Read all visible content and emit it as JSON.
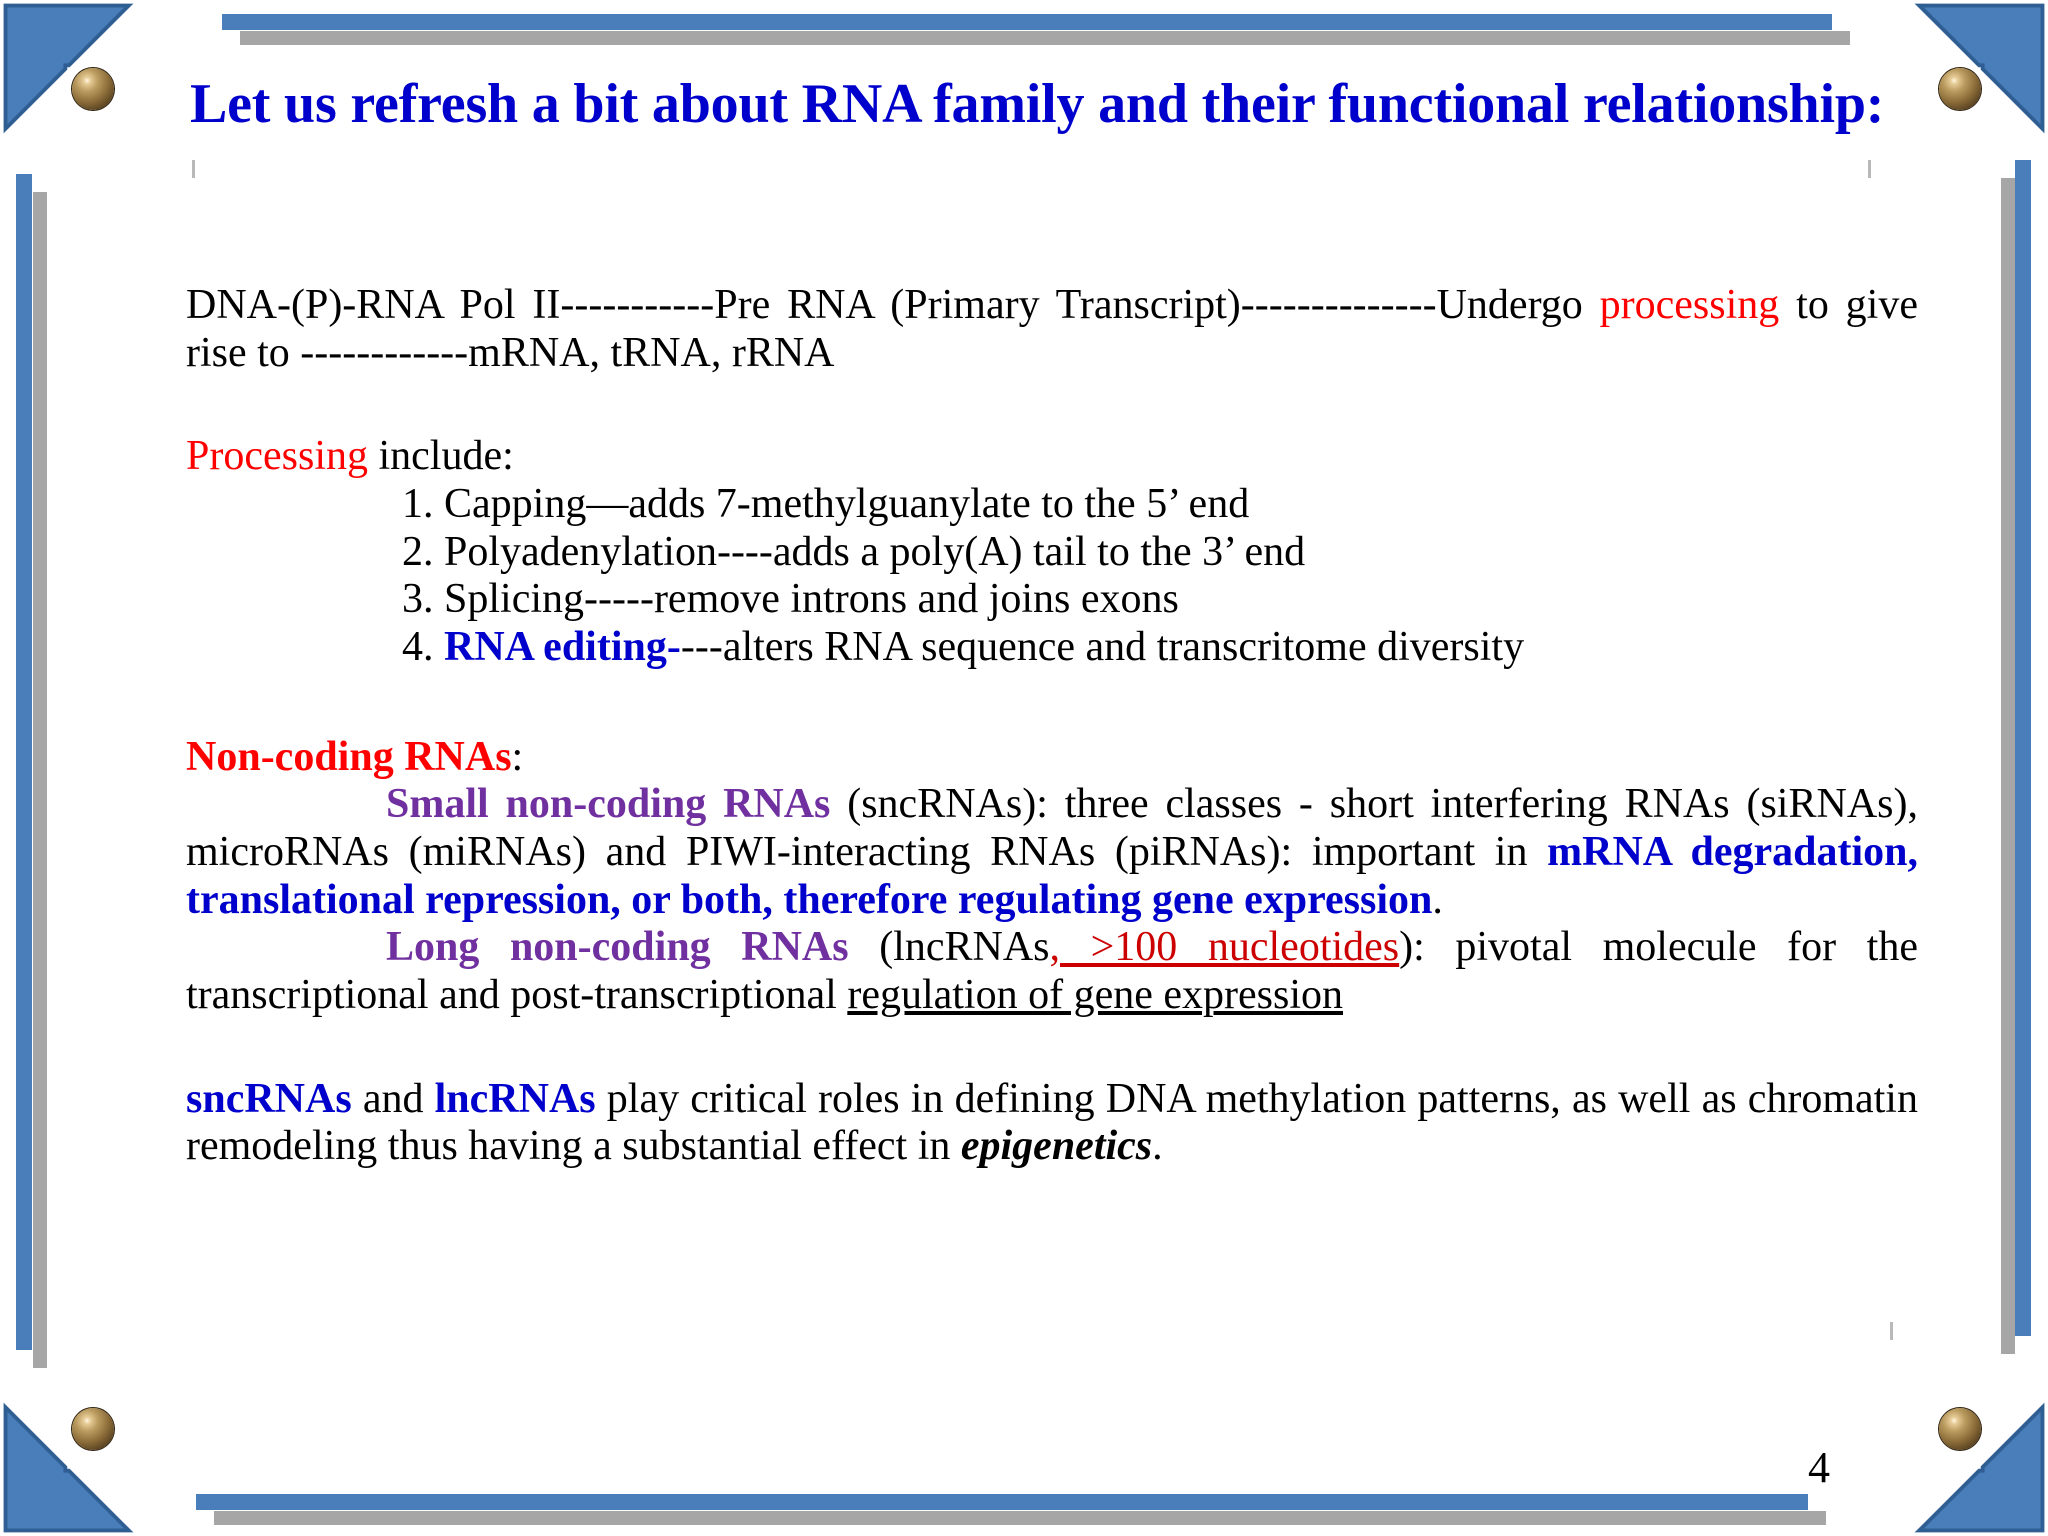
{
  "slide": {
    "page_number": "4",
    "title": "Let us refresh a bit about RNA family and their functional relationship:",
    "colors": {
      "title_blue": "#0000cc",
      "accent_red": "#ff0000",
      "accent_purple": "#7030a0",
      "underline_red": "#cc0000",
      "border_blue": "#4a7ebb",
      "border_shadow": "#a6a6a6",
      "sphere_bronze": "#8a6b38"
    }
  },
  "content": {
    "p1_a": "DNA-(P)-RNA Pol II-----------Pre RNA (Primary Transcript)--------------Undergo ",
    "p1_b": "processing",
    "p1_c": " to give rise to ------------mRNA, tRNA, rRNA",
    "p2_a": "Processing",
    "p2_b": " include:",
    "list": [
      {
        "num": "1. ",
        "text": "Capping—adds 7-methylguanylate to the 5’ end"
      },
      {
        "num": "2. ",
        "text": "Polyadenylation----adds a poly(A) tail to the 3’ end"
      },
      {
        "num": "3. ",
        "text": "Splicing-----remove introns and joins exons"
      },
      {
        "num": "4. ",
        "emph": "RNA editing-",
        "text": "---alters RNA sequence and transcritome diversity"
      }
    ],
    "p3_a": "Non-coding RNAs",
    "p3_b": ":",
    "p4_a": "Small non-coding RNAs",
    "p4_b": " (sncRNAs): three classes - short interfering RNAs (siRNAs), microRNAs (miRNAs) and PIWI-interacting RNAs (piRNAs): important in ",
    "p4_c": "mRNA degradation, translational repression, or both, therefore regulating gene expression",
    "p4_d": ".",
    "p5_a": "Long non-coding RNAs",
    "p5_b": " (lncRNAs",
    "p5_c": ", >100 nucleotides",
    "p5_d": "): pivotal molecule for the transcriptional and post-transcriptional ",
    "p5_e": "regulation of gene expression",
    "p6_a": "sncRNAs",
    "p6_b": " and ",
    "p6_c": "lncRNAs",
    "p6_d": " play critical roles in defining DNA methylation patterns, as well as chromatin remodeling thus having a substantial effect in ",
    "p6_e": "epigenetics",
    "p6_f": "."
  }
}
